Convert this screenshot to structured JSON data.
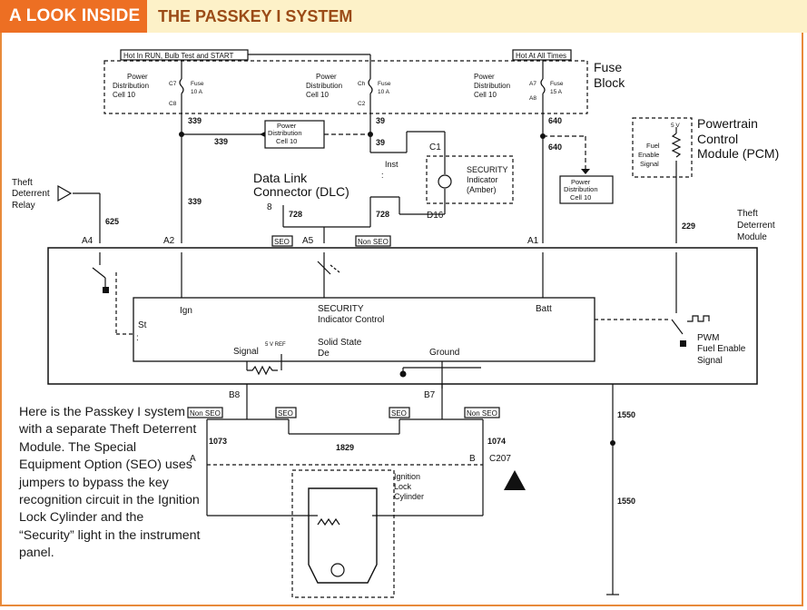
{
  "header": {
    "tag": "A LOOK INSIDE",
    "title": "THE PASSKEY I SYSTEM"
  },
  "colors": {
    "tag_bg": "#ed6f23",
    "header_bg": "#fdf1c8",
    "title_text": "#9b4b17",
    "frame": "#e88a3a"
  },
  "fuse_block": {
    "label_line1": "Fuse",
    "label_line2": "Block",
    "hot_run": "Hot In RUN, Bulb Test and START",
    "hot_always": "Hot At All Times",
    "cell": {
      "l1": "Power",
      "l2": "Distribution",
      "l3": "Cell 10"
    },
    "fuses": [
      {
        "top": "C7",
        "bottom": "C8",
        "fuse": "Fuse",
        "amp": "10 A"
      },
      {
        "top": "Ch",
        "bottom": "C2",
        "fuse": "Fuse",
        "amp": "10 A"
      },
      {
        "top": "A7",
        "bottom": "A8",
        "fuse": "Fuse",
        "amp": "15 A"
      }
    ]
  },
  "wires": {
    "w339a": "339",
    "w339b": "339",
    "w339c": "339",
    "w39a": "39",
    "w39b": "39",
    "w640a": "640",
    "w640b": "640",
    "w625": "625",
    "w728a": "728",
    "w728b": "728",
    "w229": "229",
    "w1073": "1073",
    "w1829": "1829",
    "w1074": "1074",
    "w1550a": "1550",
    "w1550b": "1550"
  },
  "pcm": {
    "l1": "Powertrain",
    "l2": "Control",
    "l3": "Module (PCM)",
    "v": "5 V",
    "s1": "Fuel",
    "s2": "Enable",
    "s3": "Signal"
  },
  "theft_relay": {
    "l1": "Theft",
    "l2": "Deterrent",
    "l3": "Relay"
  },
  "dlc": {
    "l1": "Data Link",
    "l2": "Connector (DLC)",
    "pin": "8"
  },
  "security_indicator": {
    "l1": "SECURITY",
    "l2": "Indicator",
    "l3": "(Amber)",
    "c1": "C1",
    "d16": "D16",
    "inst": "Inst",
    "colon": ":"
  },
  "tdm": {
    "l1": "Theft",
    "l2": "Deterrent",
    "l3": "Module",
    "a4": "A4",
    "a2": "A2",
    "a5": "A5",
    "a1": "A1",
    "b8": "B8",
    "b7": "B7",
    "seo": "SEO",
    "nonseo": "Non SEO",
    "ign": "Ign",
    "batt": "Batt",
    "st": "St",
    "st_colon": ":",
    "sec1": "SECURITY",
    "sec2": "Indicator Control",
    "ss1": "Solid State",
    "ss2": "De",
    "signal": "Signal",
    "vref": "5 V REF",
    "ground": "Ground",
    "pwm1": "PWM",
    "pwm2": "Fuel Enable",
    "pwm3": "Signal"
  },
  "ignition": {
    "a": "A",
    "b": "B",
    "c207": "C207",
    "l1": "Ignition",
    "l2": "Lock",
    "l3": "Cylinder"
  },
  "caption": "Here is the Passkey I system with a separate Theft Deterrent Module. The Special Equipment Option (SEO) uses jumpers to bypass the key recognition circuit in the Ignition Lock Cylinder and the “Security” light in the instrument panel."
}
